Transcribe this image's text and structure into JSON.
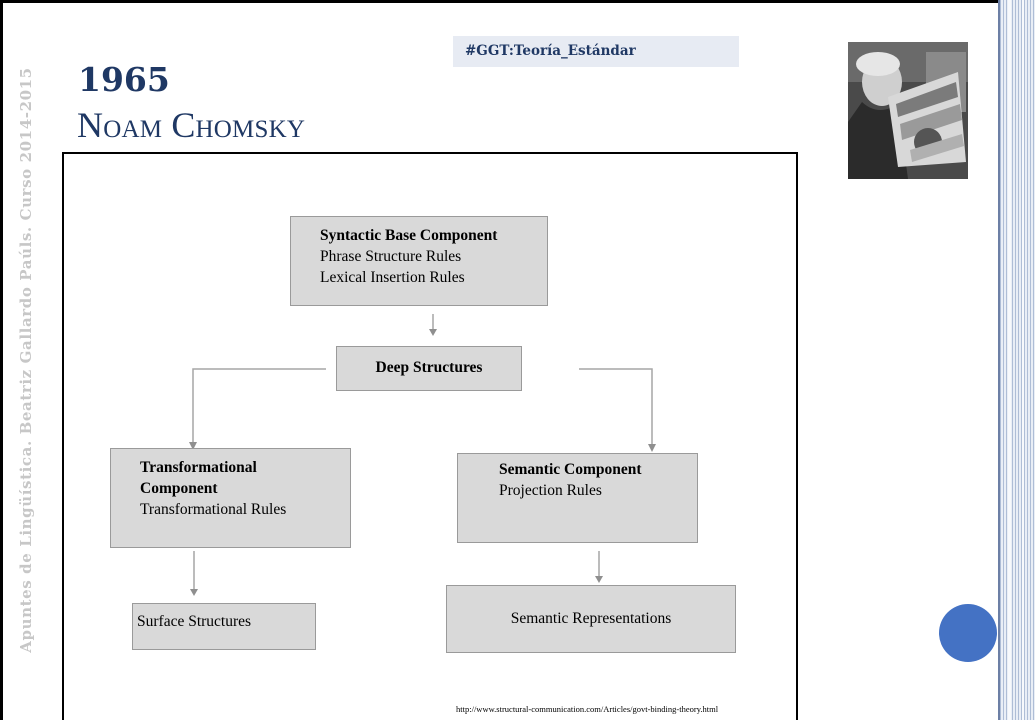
{
  "side_caption": "Apuntes de Lingüística. Beatriz Gallardo Paúls. Curso 2014-2015",
  "header": {
    "year": "1965",
    "speaker": "Noam Chomsky",
    "hashtag": "#GGT:Teoría_Estándar"
  },
  "diagram": {
    "base_component": {
      "title": "Syntactic Base Component",
      "lines": [
        "Phrase Structure Rules",
        "Lexical Insertion Rules"
      ]
    },
    "deep_structures": "Deep Structures",
    "transformational_component": {
      "title_line1": "Transformational",
      "title_line2": "Component",
      "lines": [
        "Transformational Rules"
      ]
    },
    "semantic_component": {
      "title": "Semantic Component",
      "lines": [
        "Projection Rules"
      ]
    },
    "surface_structures": "Surface Structures",
    "semantic_representations": "Semantic Representations",
    "source_url": "http://www.structural-communication.com/Articles/govt-binding-theory.html"
  },
  "colors": {
    "title_blue": "#1f3864",
    "box_fill": "#d9d9d9",
    "accent_circle": "#4472c4",
    "connector": "#a6a6a6"
  }
}
